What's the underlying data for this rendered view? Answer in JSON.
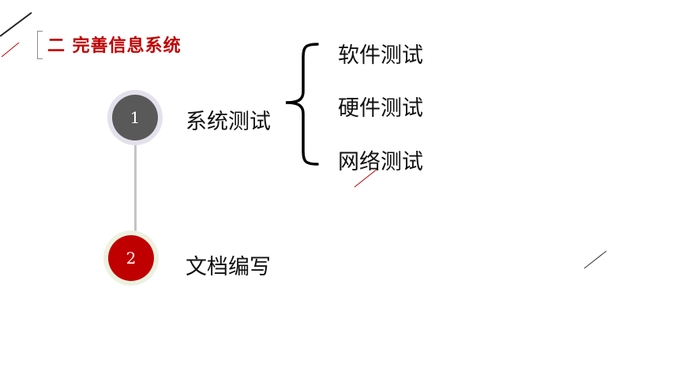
{
  "header": {
    "title": "二  完善信息系统"
  },
  "steps": [
    {
      "number": "1",
      "label": "系统测试",
      "color": "#595959",
      "subitems": [
        "软件测试",
        "硬件测试",
        "网络测试"
      ]
    },
    {
      "number": "2",
      "label": "文档编写",
      "color": "#c00000"
    }
  ],
  "colors": {
    "accent": "#c00000",
    "dark": "#595959"
  }
}
